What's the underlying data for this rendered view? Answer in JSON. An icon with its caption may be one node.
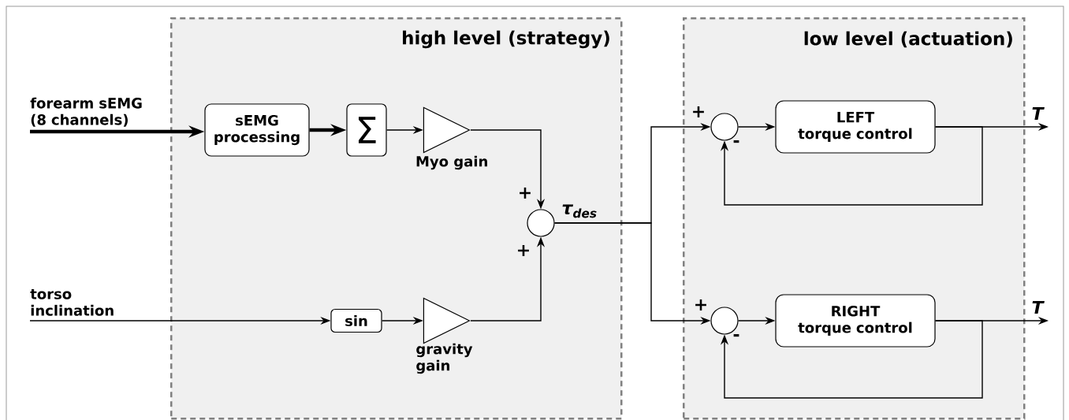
{
  "diagram": {
    "nodes": [
      {
        "text": [
          "high level (strategy)"
        ]
      },
      {
        "text": [
          "low level (actuation)"
        ]
      },
      {
        "text": [
          "forearm sEMG (8 channels)"
        ]
      },
      {
        "text": [
          "sEMG processing"
        ],
        "in": 0
      },
      {
        "text": [
          "Σ"
        ],
        "in": 0
      },
      {
        "text": [],
        "shape": "triangle",
        "beside": [
          "Myo gain"
        ],
        "in": 0
      },
      {
        "text": [
          "torso inclination"
        ]
      },
      {
        "text": [
          "sin"
        ],
        "in": 0
      },
      {
        "text": [],
        "shape": "triangle",
        "beside": [
          "gravity gain"
        ],
        "in": 0
      },
      {
        "text": [],
        "shape": "circle",
        "in": 0
      },
      {
        "text": [],
        "shape": "circle",
        "in": 1
      },
      {
        "text": [
          "LEFT",
          "torque control"
        ],
        "in": 1
      },
      {
        "text": [],
        "shape": "circle",
        "in": 1
      },
      {
        "text": [
          "RIGHT",
          "torque control"
        ],
        "in": 1
      }
    ],
    "edges": [
      {
        "from": 2,
        "to": 3,
        "arrow": "to",
        "style": "thick"
      },
      {
        "from": 3,
        "to": 4,
        "arrow": "to",
        "style": "thick"
      },
      {
        "from": 4,
        "to": 5,
        "arrow": "to"
      },
      {
        "from": 5,
        "to": 9,
        "arrow": "to"
      },
      {
        "from": 6,
        "to": 7,
        "arrow": "to"
      },
      {
        "from": 7,
        "to": 8,
        "arrow": "to"
      },
      {
        "from": 8,
        "to": 9,
        "arrow": "to"
      },
      {
        "from": 9,
        "to": 10,
        "arrow": "to",
        "label": "τ$_{des}$"
      },
      {
        "from": 9,
        "to": 12,
        "arrow": "to"
      },
      {
        "from": 10,
        "to": 11,
        "arrow": "to"
      },
      {
        "from": 11,
        "to": null,
        "arrow": "to",
        "label": "T"
      },
      {
        "from": 11,
        "to": 10,
        "arrow": "to"
      },
      {
        "from": 12,
        "to": 13,
        "arrow": "to"
      },
      {
        "from": 13,
        "to": null,
        "arrow": "to",
        "label": "T"
      },
      {
        "from": 13,
        "to": 12,
        "arrow": "to"
      }
    ],
    "labels": [
      "+",
      "-",
      "+",
      "+",
      "+",
      "-"
    ]
  }
}
